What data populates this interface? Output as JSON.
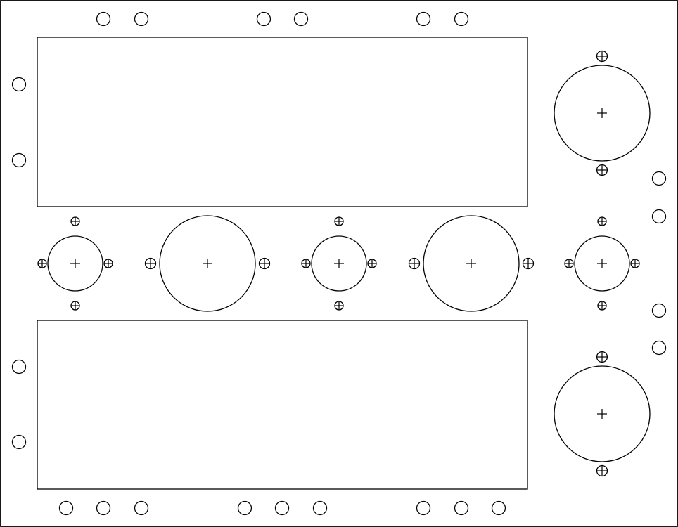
{
  "drawing": {
    "stroke_color": "#000000",
    "background_color": "#ffffff",
    "holes": {
      "top_row_count": 6,
      "bottom_row_count": 9,
      "left_column_count": 4,
      "right_column_count": 4,
      "plain_hole_icon": "circle-hole-icon",
      "fastener_hole_icon": "crossed-circle-icon",
      "center_mark_icon": "plus-center-mark-icon"
    },
    "cutouts": {
      "rectangular_count": 2,
      "large_round_count": 4,
      "small_round_count": 3
    }
  }
}
